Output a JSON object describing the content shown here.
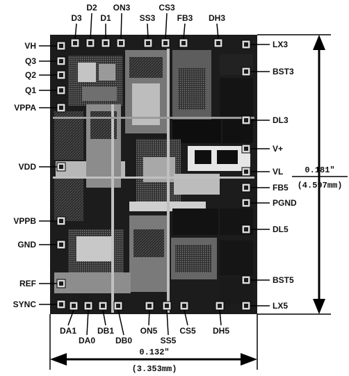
{
  "figure": {
    "kind": "die-pad-layout",
    "colors": {
      "die": "#1c1c1c",
      "metal": "#8a8a8a",
      "pad": "#d9d9d9",
      "line": "#000000",
      "background": "#ffffff"
    }
  },
  "pins": {
    "top": [
      "D3",
      "D2",
      "D1",
      "ON3",
      "SS3",
      "CS3",
      "FB3",
      "DH3"
    ],
    "left": [
      "VH",
      "Q3",
      "Q2",
      "Q1",
      "VPPA",
      "VDD",
      "VPPB",
      "GND",
      "REF",
      "SYNC"
    ],
    "right": [
      "LX3",
      "BST3",
      "DL3",
      "V+",
      "VL",
      "FB5",
      "PGND",
      "DL5",
      "BST5",
      "LX5"
    ],
    "bottom": [
      "DA1",
      "DA0",
      "DB1",
      "DB0",
      "ON5",
      "SS5",
      "CS5",
      "DH5"
    ]
  },
  "dimensions": {
    "height_in": "0.181\"",
    "height_mm": "(4.597mm)",
    "width_in": "0.132\"",
    "width_mm": "(3.353mm)"
  }
}
